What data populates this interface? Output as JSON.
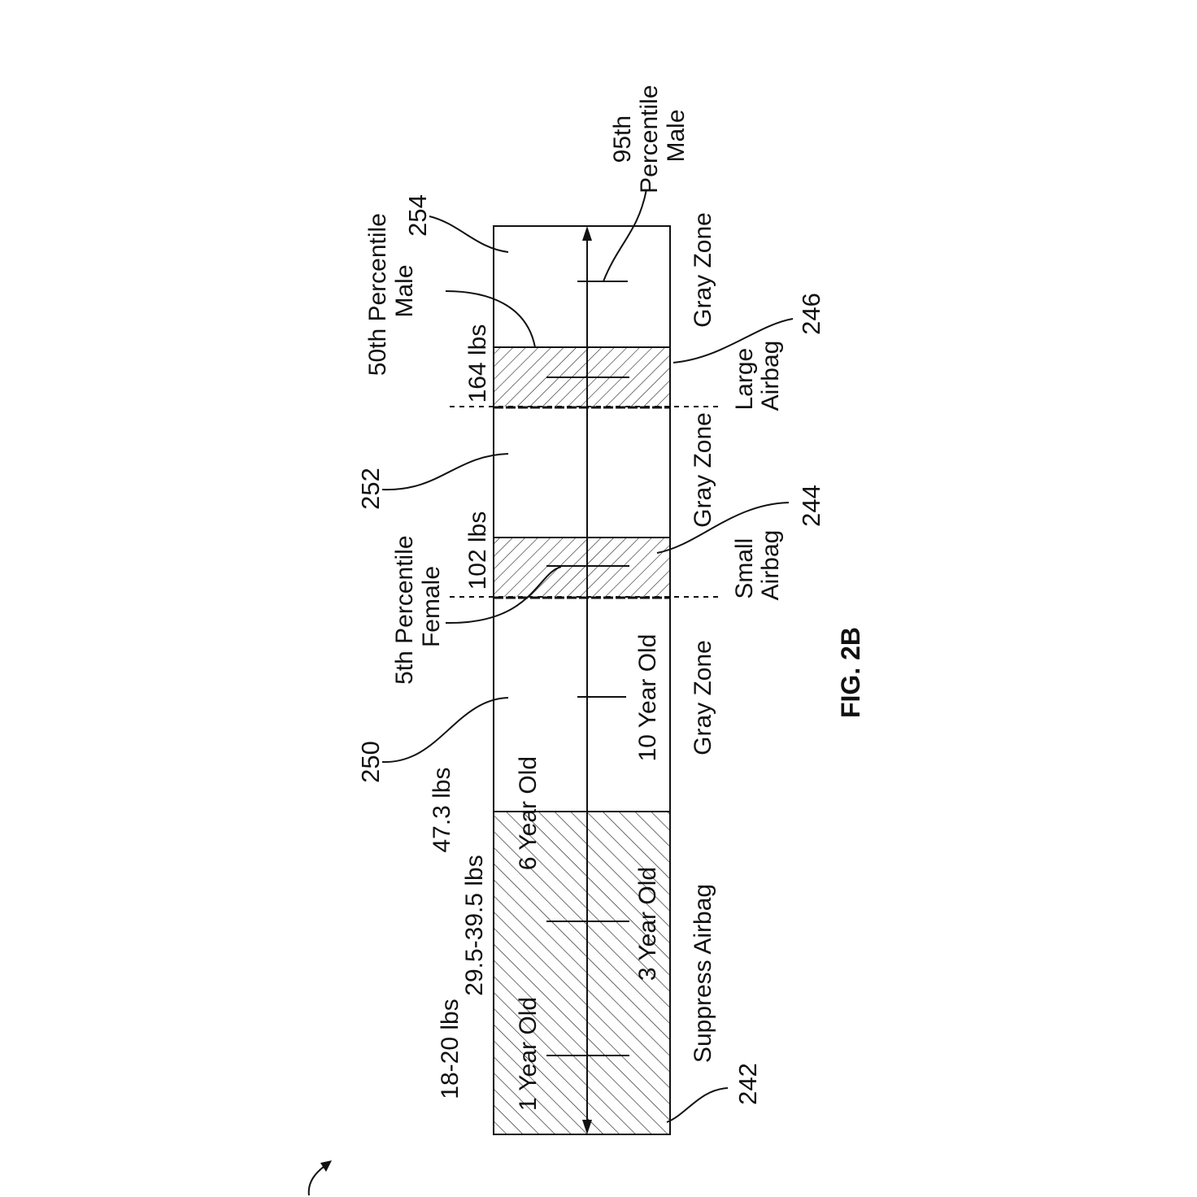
{
  "figure": {
    "label": "FIG. 2B"
  },
  "weights": {
    "w18_20": "18-20 lbs",
    "w29_39": "29.5-39.5 lbs",
    "w47": "47.3 lbs",
    "w102": "102 lbs",
    "w164": "164 lbs"
  },
  "occupants": {
    "one_year": "1 Year Old",
    "three_year": "3 Year Old",
    "six_year": "6 Year Old",
    "ten_year": "10 Year Old",
    "fifth_female": [
      "5th Percentile",
      "Female"
    ],
    "fiftieth_male": [
      "50th Percentile",
      "Male"
    ],
    "ninetyfifth_male": [
      "95th",
      "Percentile",
      "Male"
    ]
  },
  "zones": {
    "suppress": "Suppress Airbag",
    "gray": "Gray Zone",
    "small": [
      "Small",
      "Airbag"
    ],
    "large": [
      "Large",
      "Airbag"
    ]
  },
  "refs": {
    "r242": "242",
    "r244": "244",
    "r246": "246",
    "r250": "250",
    "r252": "252",
    "r254": "254"
  }
}
